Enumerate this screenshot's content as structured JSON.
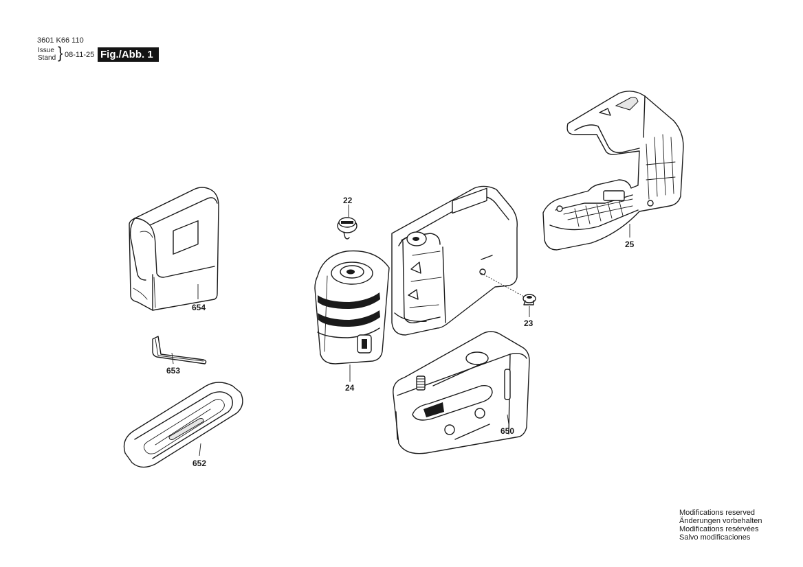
{
  "header": {
    "part_number": "3601 K66 110",
    "issue_label": "Issue",
    "stand_label": "Stand",
    "brace": "}",
    "date": "08-11-25",
    "figure": "Fig./Abb. 1"
  },
  "callouts": {
    "c22": "22",
    "c23": "23",
    "c24": "24",
    "c25": "25",
    "c650": "650",
    "c652": "652",
    "c653": "653",
    "c654": "654"
  },
  "notes": [
    "Modifications reserved",
    "Änderungen vorbehalten",
    "Modifications resérvées",
    "Salvo modificaciones"
  ]
}
